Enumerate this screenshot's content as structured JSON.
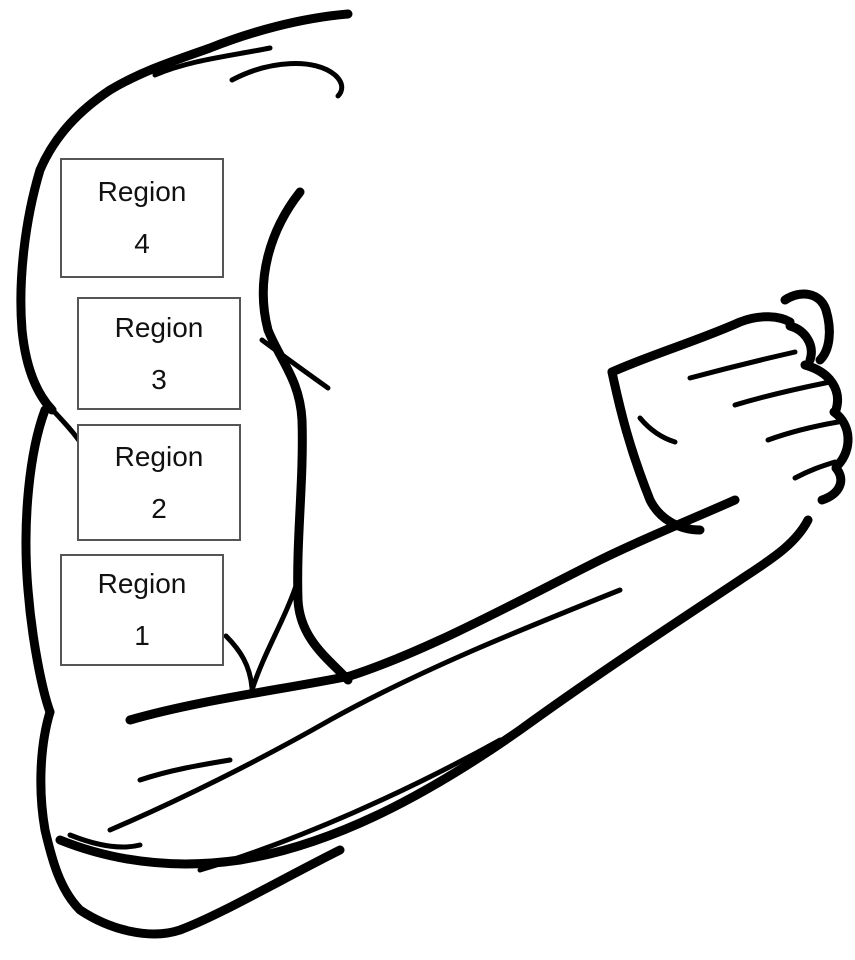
{
  "diagram": {
    "regions": [
      {
        "id": "4",
        "label": "Region",
        "number": "4"
      },
      {
        "id": "3",
        "label": "Region",
        "number": "3"
      },
      {
        "id": "2",
        "label": "Region",
        "number": "2"
      },
      {
        "id": "1",
        "label": "Region",
        "number": "1"
      }
    ],
    "colors": {
      "line": "#000000",
      "box_border": "#555555",
      "background": "#ffffff"
    }
  }
}
